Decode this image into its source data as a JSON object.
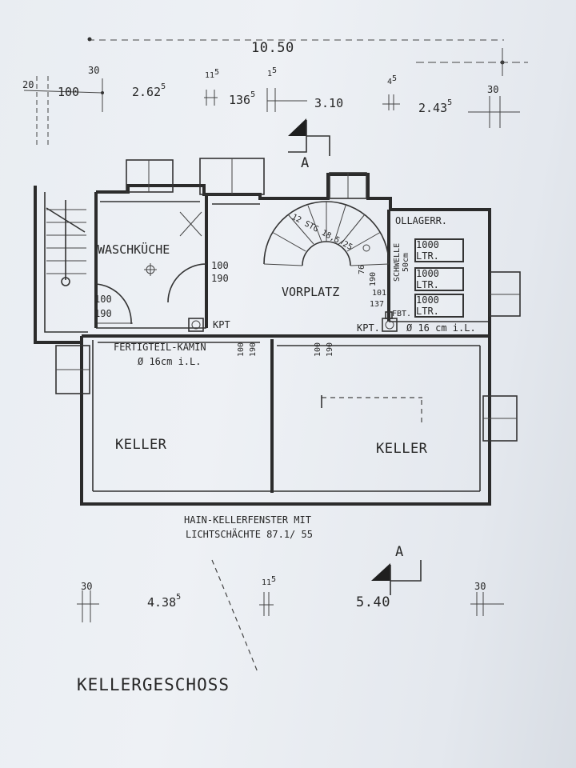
{
  "plan": {
    "title": "KELLERGESCHOSS",
    "total_width": "10.50",
    "top_dims": {
      "d20": "20",
      "d100": "100",
      "d30a": "30",
      "d262": "2.62",
      "d262_sup": "5",
      "d11a": "11",
      "d11a_sup": "5",
      "d136": "136",
      "d136_sup": "5",
      "d1b": "1",
      "d1b_sup": "5",
      "d310": "3.10",
      "d4": "4",
      "d4_sup": "5",
      "d243": "2.43",
      "d243_sup": "5",
      "d30b": "30"
    },
    "bottom_dims": {
      "d30a": "30",
      "d438": "4.38",
      "d438_sup": "5",
      "d11": "11",
      "d11_sup": "5",
      "d540": "5.40",
      "d30b": "30"
    },
    "section_label": "A",
    "rooms": {
      "waschkueche": "WASCHKÜCHE",
      "vorplatz": "VORPLATZ",
      "ollager": "OLLAGERR.",
      "keller_left": "KELLER",
      "keller_right": "KELLER"
    },
    "tanks": [
      "1000 LTR.",
      "1000 LTR.",
      "1000 LTR."
    ],
    "annotations": {
      "schwelle": "SCHWELLE",
      "schwelle_size": "50cm",
      "kamin": "FERTIGTEIL-KAMIN",
      "kamin_dia": "Ø 16cm i.L.",
      "kpt1": "KPT",
      "kpt2": "KPT.",
      "fbt": "FBT.",
      "kpt_dia": "Ø 16 cm i.L.",
      "window_note_1": "HAIN-KELLERFENSTER MIT",
      "window_note_2": "LICHTSCHÄCHTE 87.1/ 55",
      "stair": "12 STG 18,5/25",
      "door_100_190_a": "100",
      "door_100_190_b": "190",
      "door_100_190_c": "100",
      "door_100_190_d": "190",
      "door_v1a": "100",
      "door_v1b": "190",
      "door_v2a": "100",
      "door_v2b": "190",
      "stair_door_a": "76",
      "stair_door_b": "190",
      "d101": "101",
      "d137": "137"
    }
  }
}
